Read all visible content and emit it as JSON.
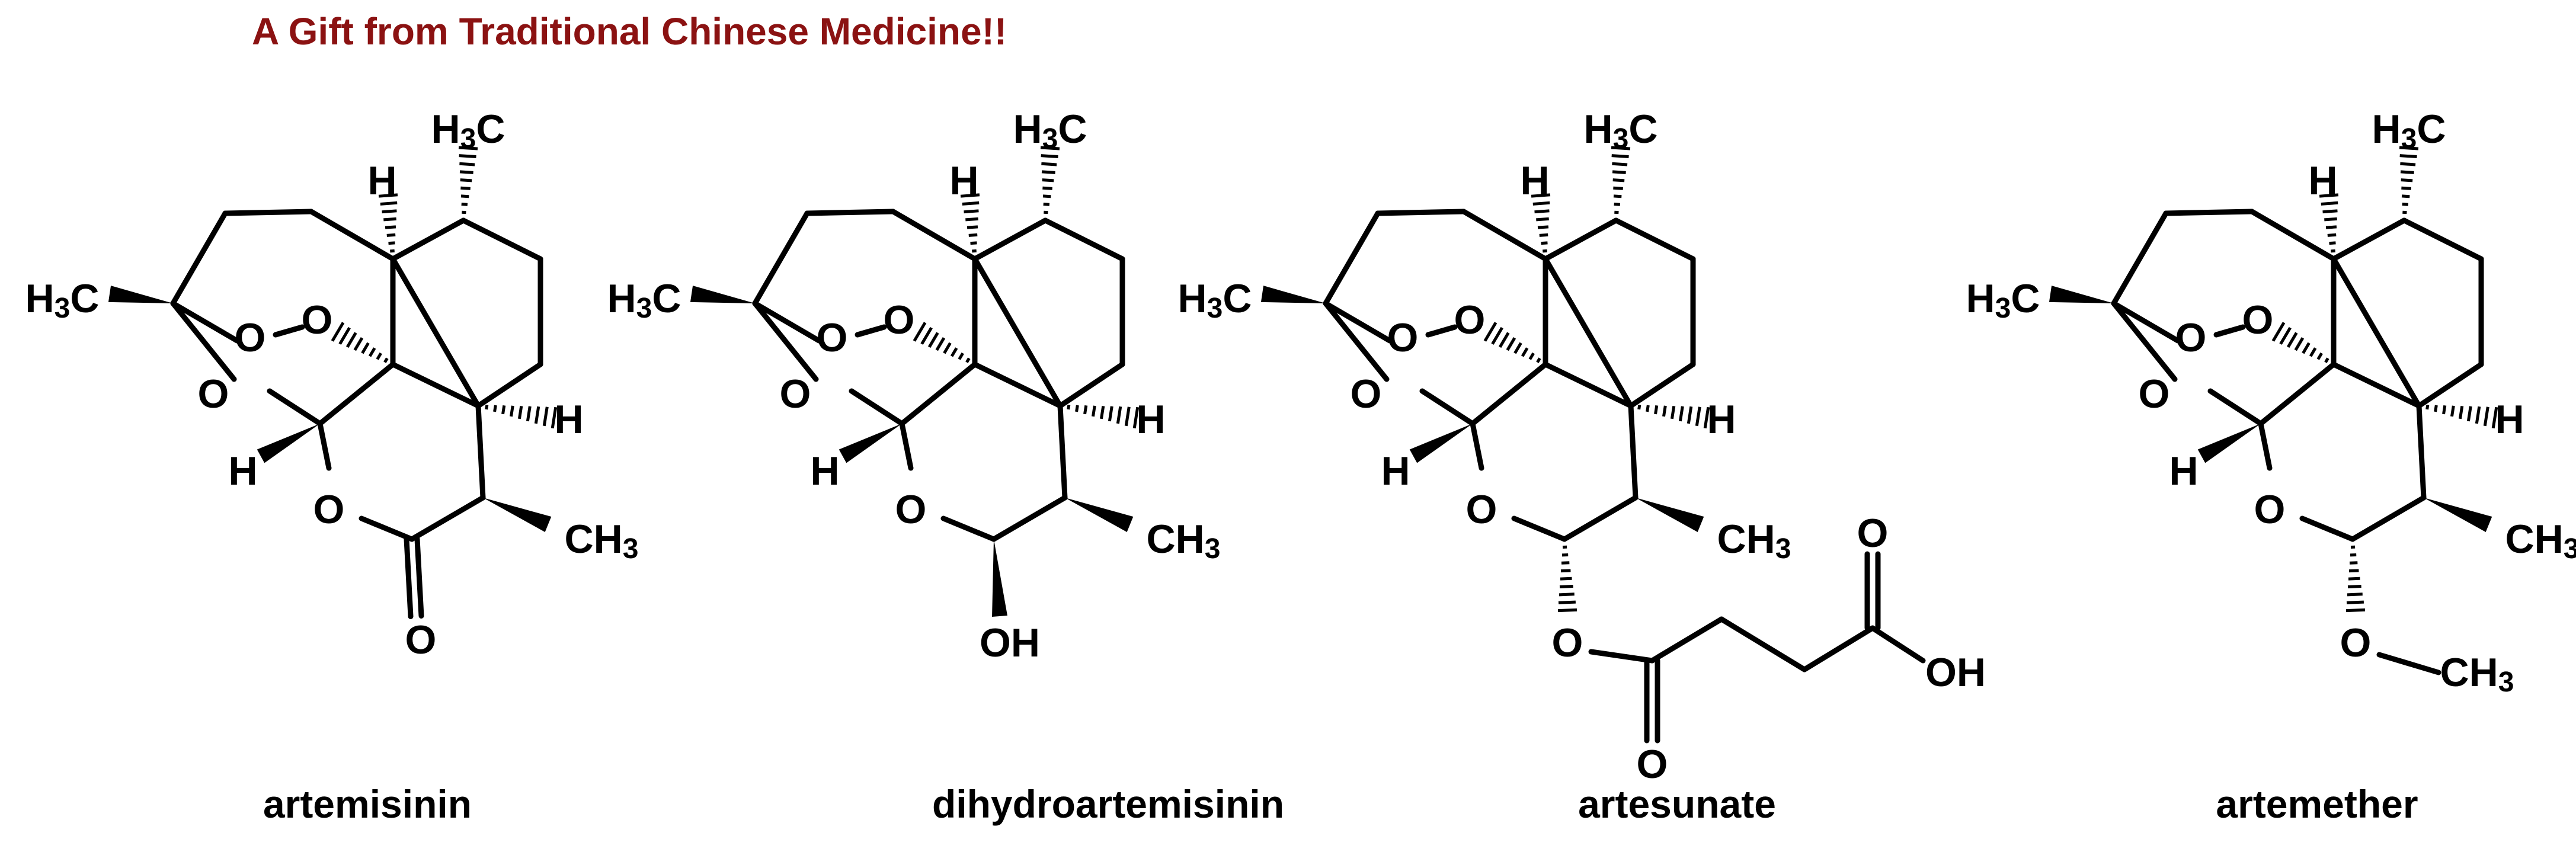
{
  "header": "A Gift from Traditional Chinese Medicine!!",
  "colors": {
    "header": "#8b1212",
    "ink": "#000000",
    "background": "#ffffff"
  },
  "atoms": {
    "h": "H",
    "c": "C",
    "three": "3",
    "o": "O",
    "oh": "OH"
  },
  "molecules": [
    {
      "name": "artemisinin"
    },
    {
      "name": "dihydroartemisinin"
    },
    {
      "name": "artesunate"
    },
    {
      "name": "artemether"
    }
  ]
}
